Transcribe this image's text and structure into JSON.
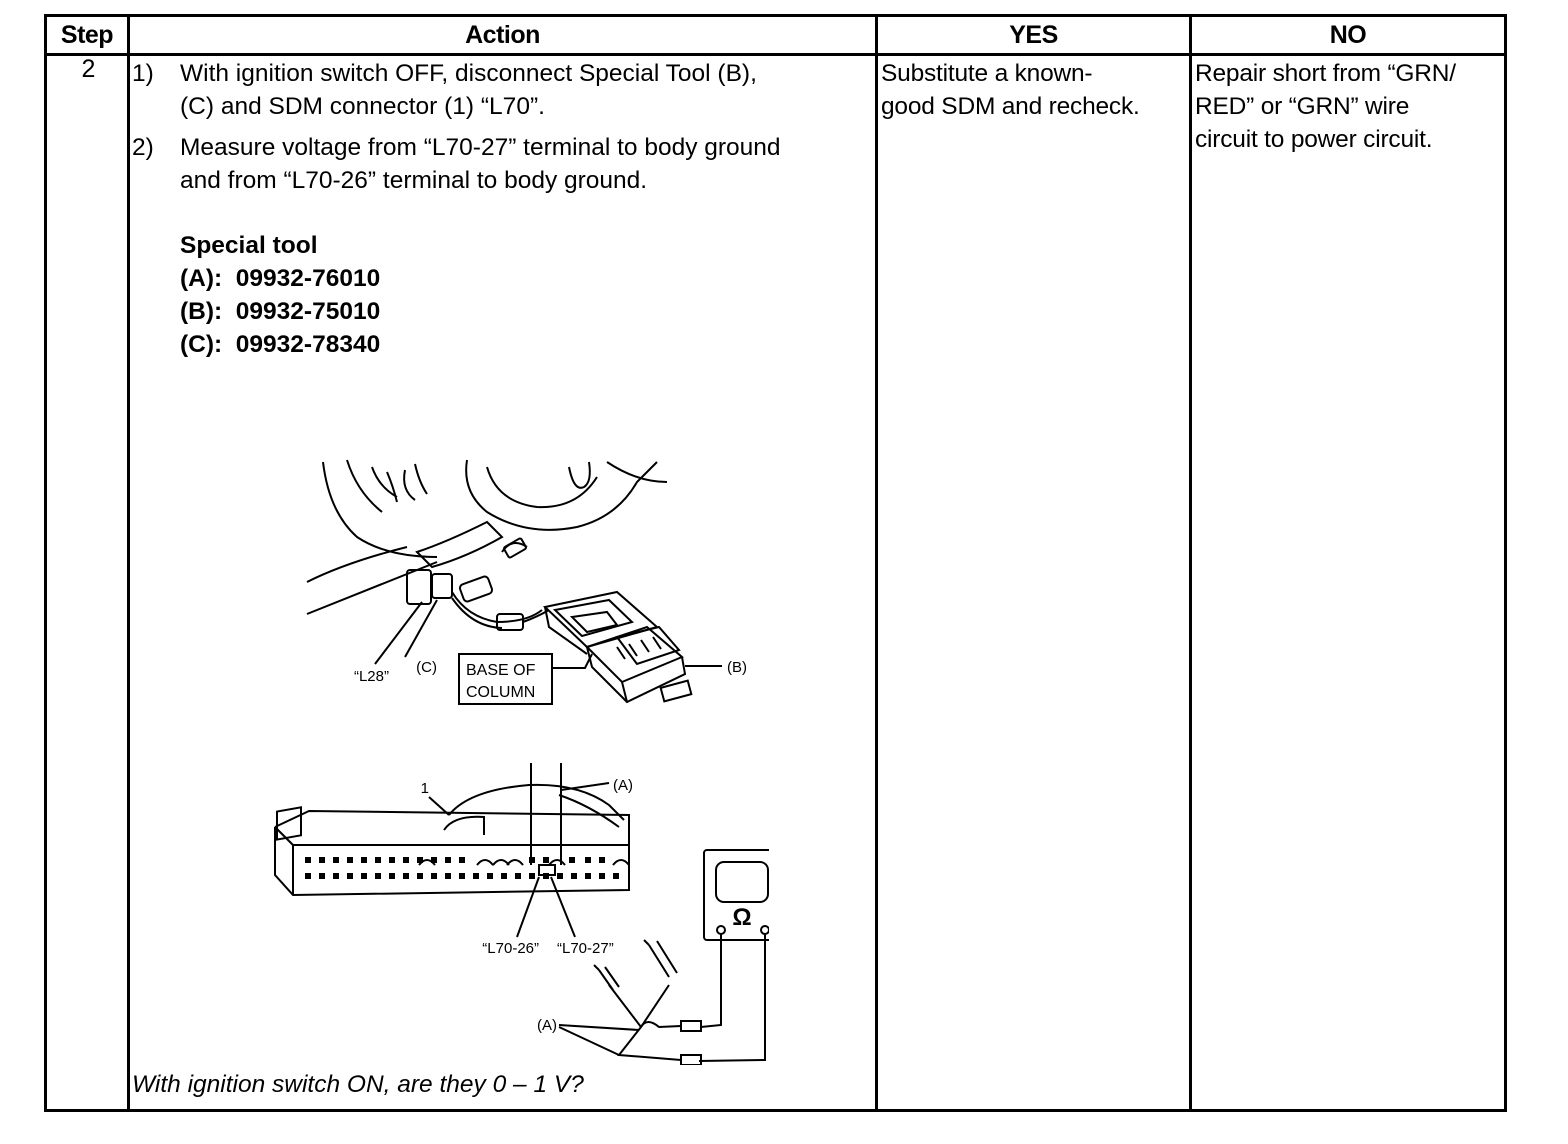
{
  "headers": {
    "step": "Step",
    "action": "Action",
    "yes": "YES",
    "no": "NO"
  },
  "row": {
    "step": "2",
    "items": [
      {
        "num": "1)",
        "lines": [
          "With ignition switch OFF, disconnect Special Tool (B),",
          "(C) and SDM connector (1) “L70”."
        ]
      },
      {
        "num": "2)",
        "lines": [
          "Measure voltage from “L70-27” terminal to body ground",
          "and from “L70-26” terminal to body ground."
        ]
      }
    ],
    "special_tool": {
      "heading": "Special tool",
      "tools": [
        "(A):  09932-76010",
        "(B):  09932-75010",
        "(C):  09932-78340"
      ]
    },
    "diagram_top": {
      "l28": "“L28”",
      "c": "(C)",
      "base_line1": "BASE OF",
      "base_line2": "COLUMN",
      "b": "(B)"
    },
    "diagram_bottom": {
      "one": "1",
      "a_top": "(A)",
      "l7026": "“L70-26”",
      "l7027": "“L70-27”",
      "a_bottom": "(A)",
      "ohm": "Ω"
    },
    "question": "With ignition switch ON, are they 0 – 1 V?",
    "yes_lines": [
      "Substitute a known-",
      "good SDM and recheck."
    ],
    "no_lines": [
      "Repair short from “GRN/",
      "RED” or “GRN” wire",
      "circuit to power circuit."
    ]
  }
}
